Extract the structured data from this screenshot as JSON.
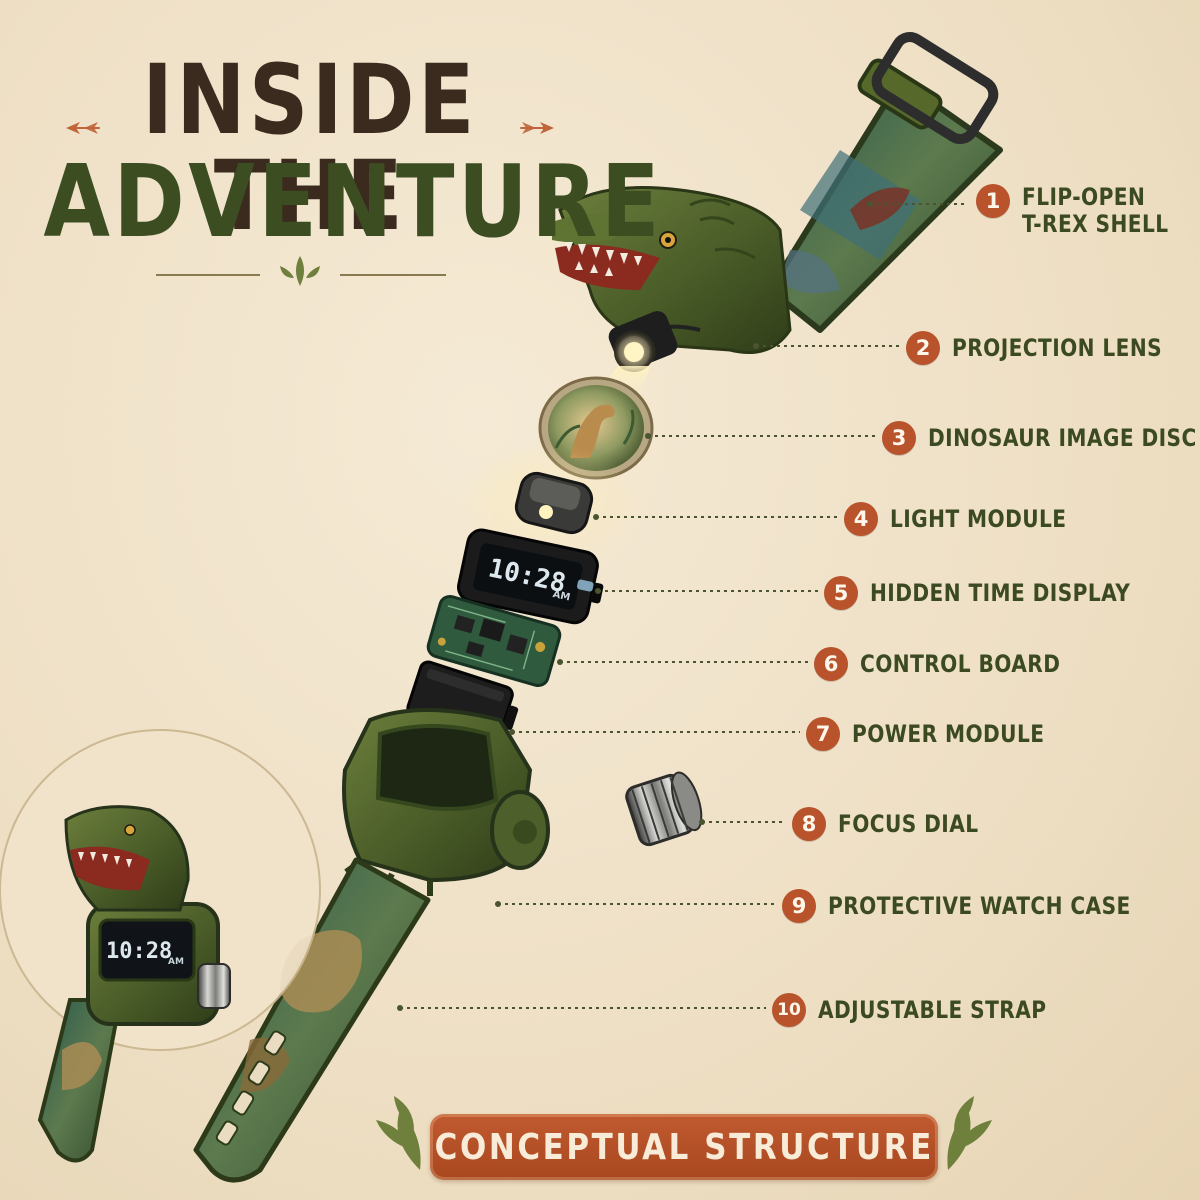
{
  "header": {
    "title_line_1": "INSIDE THE",
    "title_line_2": "ADVENTURE"
  },
  "callouts": [
    {
      "number": "1",
      "label_line_1": "FLIP-OPEN",
      "label_line_2": "T-REX SHELL"
    },
    {
      "number": "2",
      "label_line_1": "PROJECTION LENS"
    },
    {
      "number": "3",
      "label_line_1": "DINOSAUR IMAGE DISC"
    },
    {
      "number": "4",
      "label_line_1": "LIGHT MODULE"
    },
    {
      "number": "5",
      "label_line_1": "HIDDEN TIME DISPLAY"
    },
    {
      "number": "6",
      "label_line_1": "CONTROL BOARD"
    },
    {
      "number": "7",
      "label_line_1": "POWER MODULE"
    },
    {
      "number": "8",
      "label_line_1": "FOCUS DIAL"
    },
    {
      "number": "9",
      "label_line_1": "PROTECTIVE WATCH CASE"
    },
    {
      "number": "10",
      "label_line_1": "ADJUSTABLE STRAP"
    }
  ],
  "time_display": {
    "time": "10:28",
    "period": "AM"
  },
  "assembled_watch": {
    "time": "10:28",
    "period": "AM"
  },
  "footer": {
    "banner_label": "CONCEPTUAL STRUCTURE"
  },
  "colors": {
    "background": "#f0e3c9",
    "title_brown": "#3b2a1e",
    "title_green": "#3c4d22",
    "accent_orange": "#b8532c",
    "watch_green": "#4c5f2a",
    "label_green": "#3c4a22"
  }
}
